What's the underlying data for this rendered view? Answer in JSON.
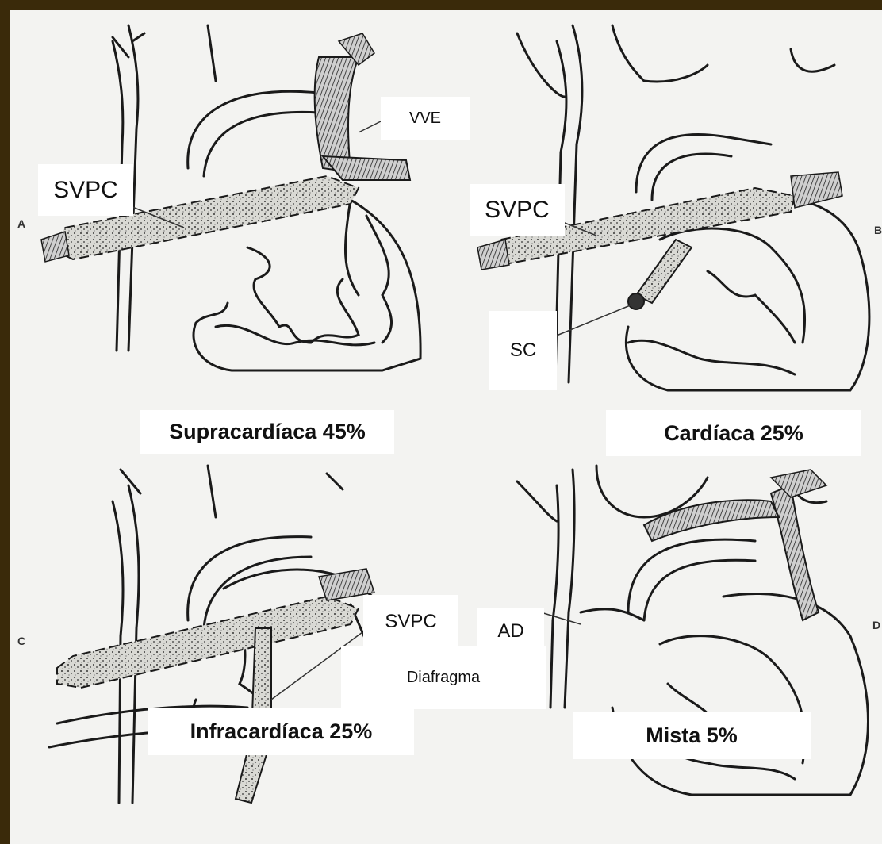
{
  "panels": [
    {
      "letter": "A",
      "caption": "Supracardíaca 45%",
      "labels": [
        "SVPC",
        "VVE"
      ]
    },
    {
      "letter": "B",
      "caption": "Cardíaca 25%",
      "labels": [
        "SVPC",
        "SC"
      ]
    },
    {
      "letter": "C",
      "caption": "Infracardíaca 25%",
      "labels": [
        "SVPC",
        "Diafragma"
      ]
    },
    {
      "letter": "D",
      "caption": "Mista  5%",
      "labels": [
        "AD"
      ]
    }
  ],
  "colors": {
    "frame": "#3a2a0a",
    "paper": "#f3f3f1",
    "ink": "#1a1a1a",
    "label_bg": "#ffffff"
  }
}
